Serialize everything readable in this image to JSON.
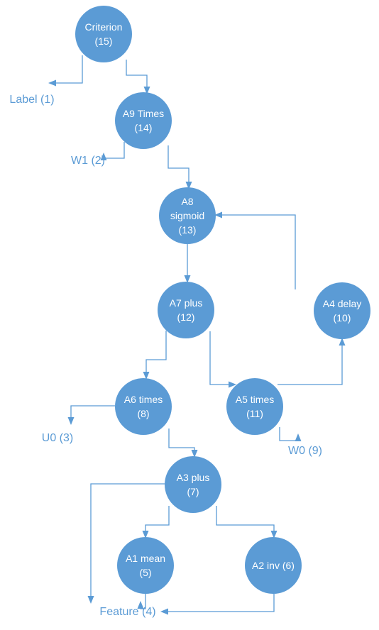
{
  "theme": {
    "node_fill": "#5b9bd5",
    "node_text": "#ffffff",
    "edge_color": "#5b9bd5",
    "leaf_text": "#5b9bd5"
  },
  "nodes": [
    {
      "id": "criterion",
      "lines": [
        "Criterion",
        "(15)"
      ]
    },
    {
      "id": "a9",
      "lines": [
        "A9 Times",
        "(14)"
      ]
    },
    {
      "id": "a8",
      "lines": [
        "A8",
        "sigmoid",
        "(13)"
      ]
    },
    {
      "id": "a7",
      "lines": [
        "A7 plus",
        "(12)"
      ]
    },
    {
      "id": "a4",
      "lines": [
        "A4 delay",
        "(10)"
      ]
    },
    {
      "id": "a6",
      "lines": [
        "A6 times",
        "(8)"
      ]
    },
    {
      "id": "a5",
      "lines": [
        "A5 times",
        "(11)"
      ]
    },
    {
      "id": "a3",
      "lines": [
        "A3 plus",
        "(7)"
      ]
    },
    {
      "id": "a1",
      "lines": [
        "A1 mean",
        "(5)"
      ]
    },
    {
      "id": "a2",
      "lines": [
        "A2 inv (6)"
      ]
    }
  ],
  "leaves": [
    {
      "id": "label",
      "text": "Label (1)"
    },
    {
      "id": "w1",
      "text": "W1 (2)"
    },
    {
      "id": "u0",
      "text": "U0 (3)"
    },
    {
      "id": "w0",
      "text": "W0 (9)"
    },
    {
      "id": "feature",
      "text": "Feature (4)"
    }
  ]
}
